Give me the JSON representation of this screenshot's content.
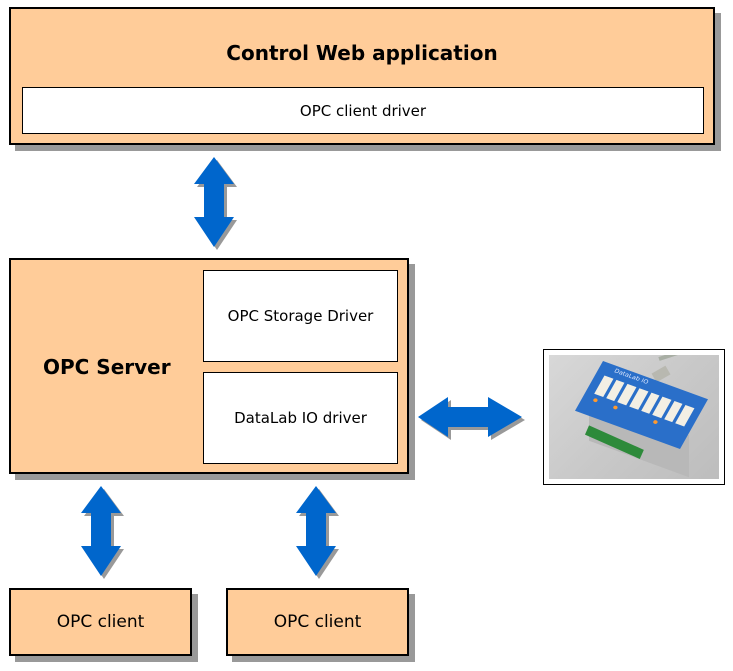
{
  "diagram": {
    "control_web": {
      "title": "Control Web application",
      "driver": "OPC client driver"
    },
    "opc_server": {
      "title": "OPC Server",
      "drivers": [
        "OPC Storage Driver",
        "DataLab IO driver"
      ]
    },
    "clients": [
      "OPC client",
      "OPC client"
    ],
    "device": {
      "image_label": "DataLab IO device photo",
      "photo_text": "DataLab IO"
    },
    "colors": {
      "box_fill": "#ffcc99",
      "arrow": "#0066cc",
      "shadow": "#999999"
    },
    "connections": [
      {
        "from": "Control Web application",
        "to": "OPC Server",
        "direction": "bidirectional"
      },
      {
        "from": "OPC Server",
        "to": "DataLab IO device",
        "direction": "bidirectional"
      },
      {
        "from": "OPC Server",
        "to": "OPC client 1",
        "direction": "bidirectional"
      },
      {
        "from": "OPC Server",
        "to": "OPC client 2",
        "direction": "bidirectional"
      }
    ]
  }
}
